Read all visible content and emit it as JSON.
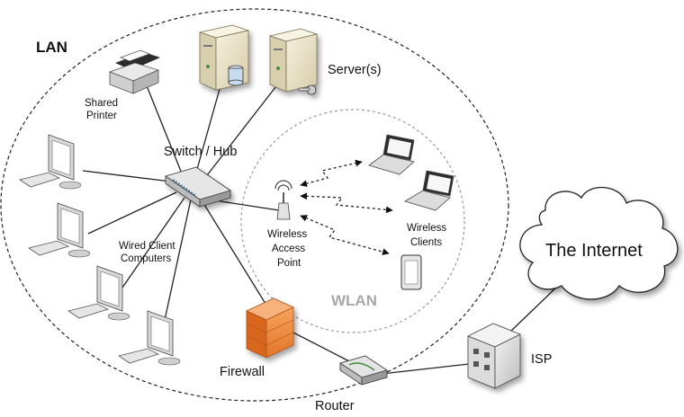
{
  "colors": {
    "firewall": "#f08a3a",
    "wlan_label": "#a8a8a8",
    "server_beige": "#ece4c8",
    "device_gray": "#d9d9d9"
  },
  "labels": {
    "lan": "LAN",
    "shared_printer_line1": "Shared",
    "shared_printer_line2": "Printer",
    "servers": "Server(s)",
    "switch_hub": "Switch / Hub",
    "wired_clients_line1": "Wired Client",
    "wired_clients_line2": "Computers",
    "wap_line1": "Wireless",
    "wap_line2": "Access",
    "wap_line3": "Point",
    "wireless_clients_line1": "Wireless",
    "wireless_clients_line2": "Clients",
    "wlan": "WLAN",
    "internet": "The Internet",
    "isp": "ISP",
    "firewall": "Firewall",
    "router": "Router"
  },
  "icons": {
    "printer": "printer-icon",
    "server_db": "database-server-icon",
    "server_key": "key-server-icon",
    "switch": "switch-hub-icon",
    "monitor": "desktop-computer-icon",
    "access_point": "wireless-access-point-icon",
    "laptop": "laptop-icon",
    "phone": "mobile-device-icon",
    "firewall": "firewall-icon",
    "router": "router-icon",
    "isp_building": "isp-building-icon",
    "cloud": "internet-cloud-icon"
  }
}
